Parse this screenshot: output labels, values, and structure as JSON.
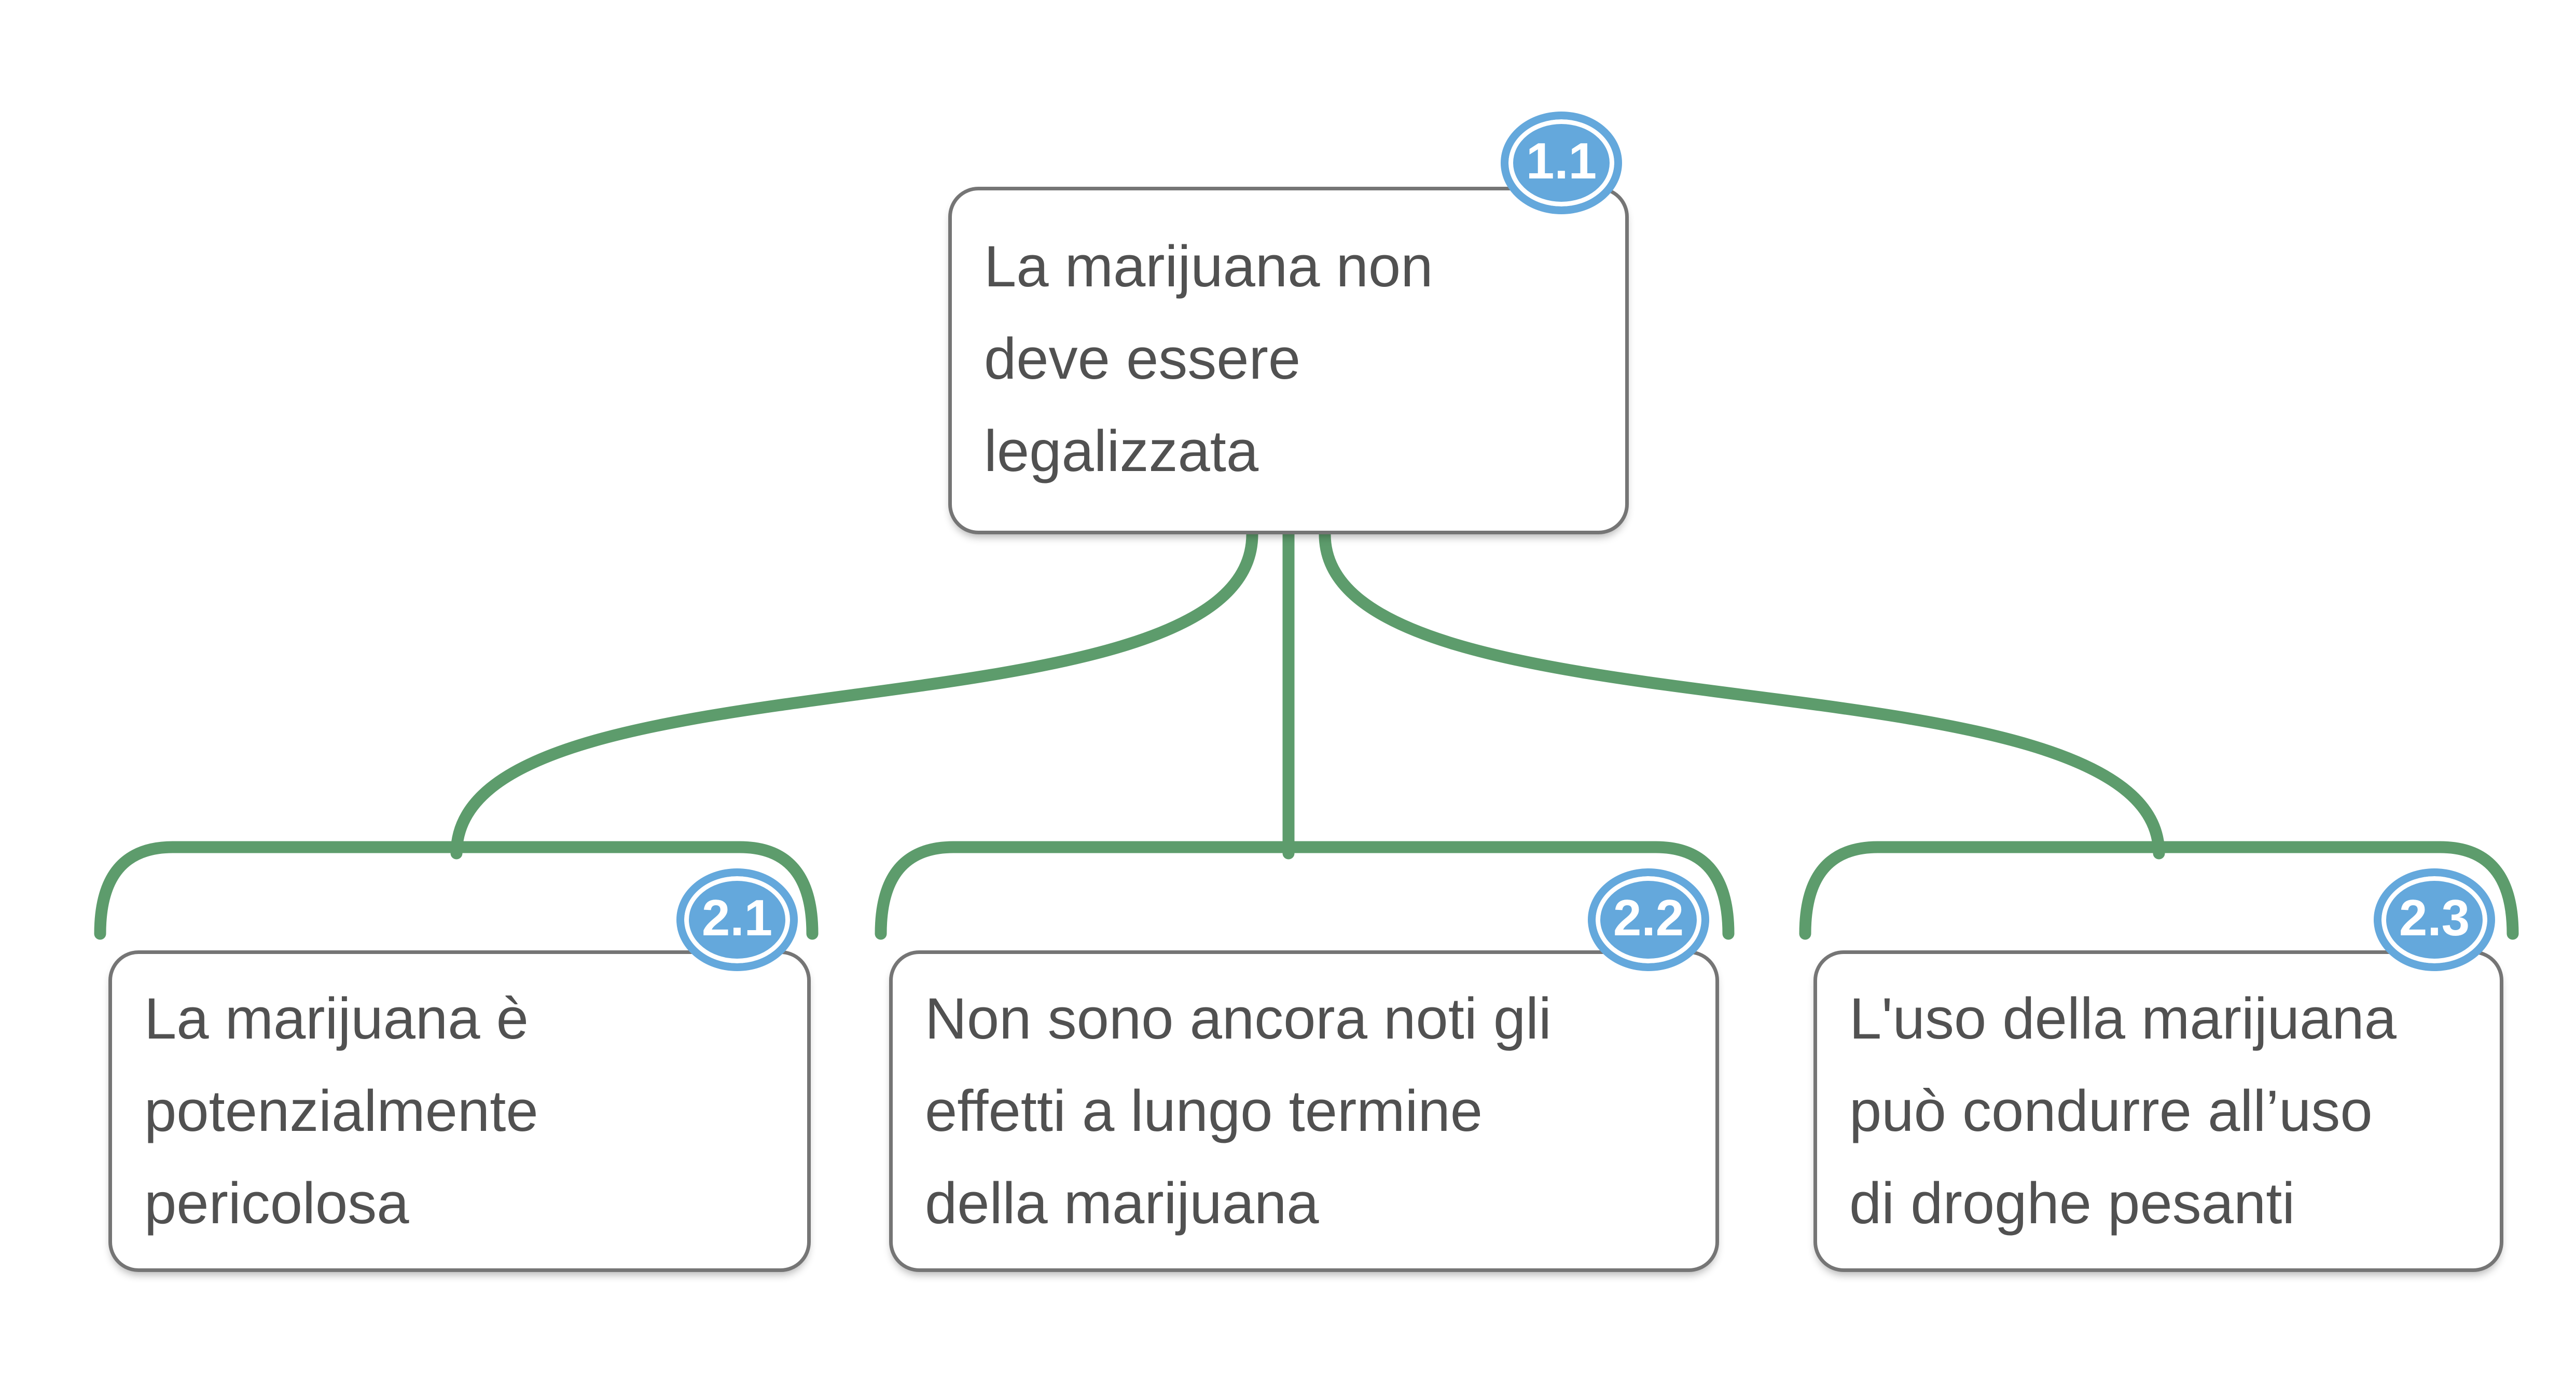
{
  "diagram": {
    "type": "argument-map",
    "style": {
      "connector_green": "#5d9c6c",
      "badge_blue": "#64a8dc",
      "badge_ring": "#ffffff",
      "box_border_gray": "#757575",
      "text_gray": "#515151",
      "background": "#ffffff"
    },
    "nodes": [
      {
        "id": "1.1",
        "role": "main-claim",
        "badge": "1.1",
        "text": "La marijuana non\ndeve essere\nlegalizzata"
      },
      {
        "id": "2.1",
        "role": "reason",
        "badge": "2.1",
        "text": "La marijuana è\npotenzialmente\npericolosa"
      },
      {
        "id": "2.2",
        "role": "reason",
        "badge": "2.2",
        "text": "Non sono ancora noti gli\neffetti a lungo termine\ndella marijuana"
      },
      {
        "id": "2.3",
        "role": "reason",
        "badge": "2.3",
        "text": "L'uso della marijuana\npuò condurre all’uso\ndi droghe pesanti"
      }
    ],
    "edges": [
      {
        "from": "1.1",
        "to": "2.1"
      },
      {
        "from": "1.1",
        "to": "2.2"
      },
      {
        "from": "1.1",
        "to": "2.3"
      }
    ]
  }
}
